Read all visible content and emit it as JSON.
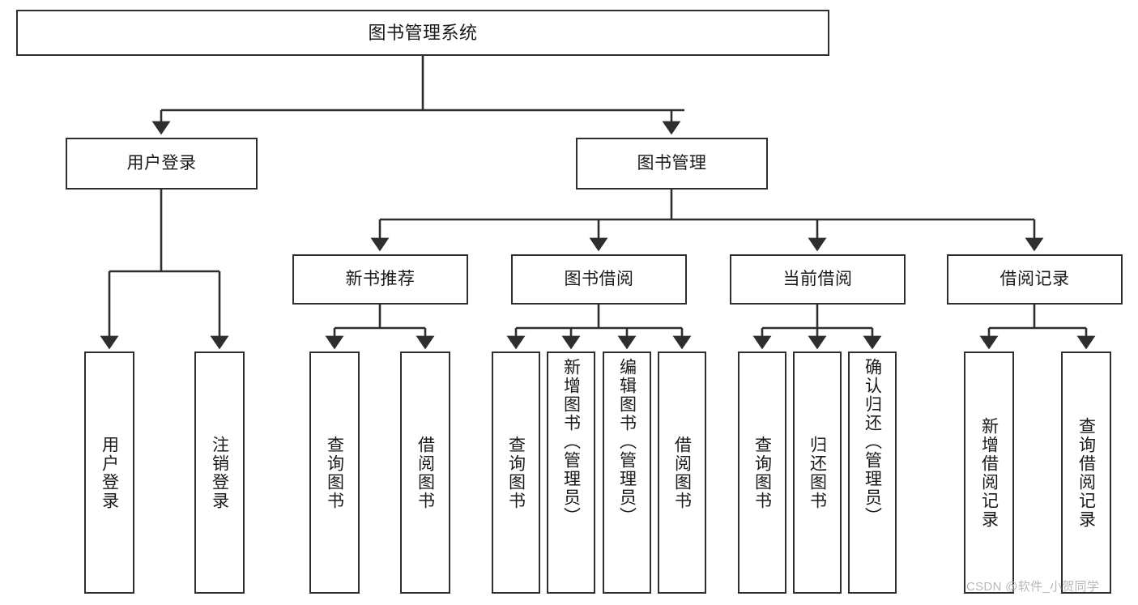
{
  "diagram": {
    "type": "tree-hierarchy",
    "title": "图书管理系统",
    "watermark": "CSDN @软件_小贺同学",
    "colors": {
      "box_stroke": "#2e2e2e",
      "box_fill": "#ffffff",
      "edge": "#2e2e2e",
      "text": "#1a1a1a",
      "watermark": "#b8b8b8"
    },
    "levels": {
      "root": {
        "label": "图书管理系统"
      },
      "level2": [
        {
          "label": "用户登录"
        },
        {
          "label": "图书管理"
        }
      ],
      "level3": [
        {
          "label": "新书推荐"
        },
        {
          "label": "图书借阅"
        },
        {
          "label": "当前借阅"
        },
        {
          "label": "借阅记录"
        }
      ],
      "leaves_user_login": [
        {
          "label": "用户登录"
        },
        {
          "label": "注销登录"
        }
      ],
      "leaves_new_book": [
        {
          "label": "查询图书"
        },
        {
          "label": "借阅图书"
        }
      ],
      "leaves_borrow": [
        {
          "label": "查询图书"
        },
        {
          "label": "新增图书（管理员）"
        },
        {
          "label": "编辑图书（管理员）"
        },
        {
          "label": "借阅图书"
        }
      ],
      "leaves_current": [
        {
          "label": "查询图书"
        },
        {
          "label": "归还图书"
        },
        {
          "label": "确认归还（管理员）"
        }
      ],
      "leaves_record": [
        {
          "label": "新增借阅记录"
        },
        {
          "label": "查询借阅记录"
        }
      ]
    }
  }
}
